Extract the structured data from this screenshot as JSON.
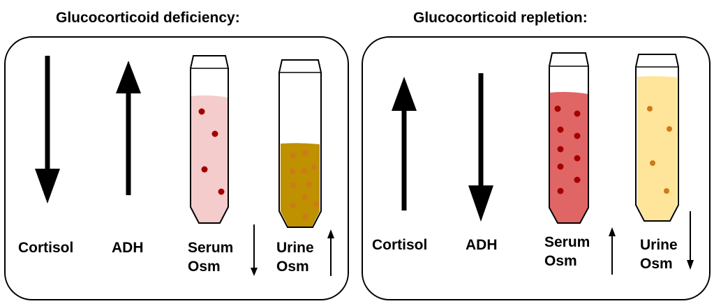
{
  "panels": {
    "deficiency": {
      "title": "Glucocorticoid deficiency:",
      "cortisol_label": "Cortisol",
      "adh_label": "ADH",
      "serum_label": [
        "Serum",
        "Osm"
      ],
      "urine_label": [
        "Urine",
        "Osm"
      ],
      "cortisol_direction": "down",
      "adh_direction": "up",
      "serum_osm_direction": "down",
      "urine_osm_direction": "up"
    },
    "repletion": {
      "title": "Glucocorticoid repletion:",
      "cortisol_label": "Cortisol",
      "adh_label": "ADH",
      "serum_label": [
        "Serum",
        "Osm"
      ],
      "urine_label": [
        "Urine",
        "Osm"
      ],
      "cortisol_direction": "up",
      "adh_direction": "down",
      "serum_osm_direction": "up",
      "urine_osm_direction": "down"
    }
  },
  "colors": {
    "serum_dilute": "#f4cccc",
    "serum_concentrated": "#e06666",
    "serum_particle": "#a30000",
    "urine_concentrated": "#bf9000",
    "urine_dilute": "#ffe599",
    "urine_particle": "#cc7a1a",
    "outline": "#000000"
  }
}
